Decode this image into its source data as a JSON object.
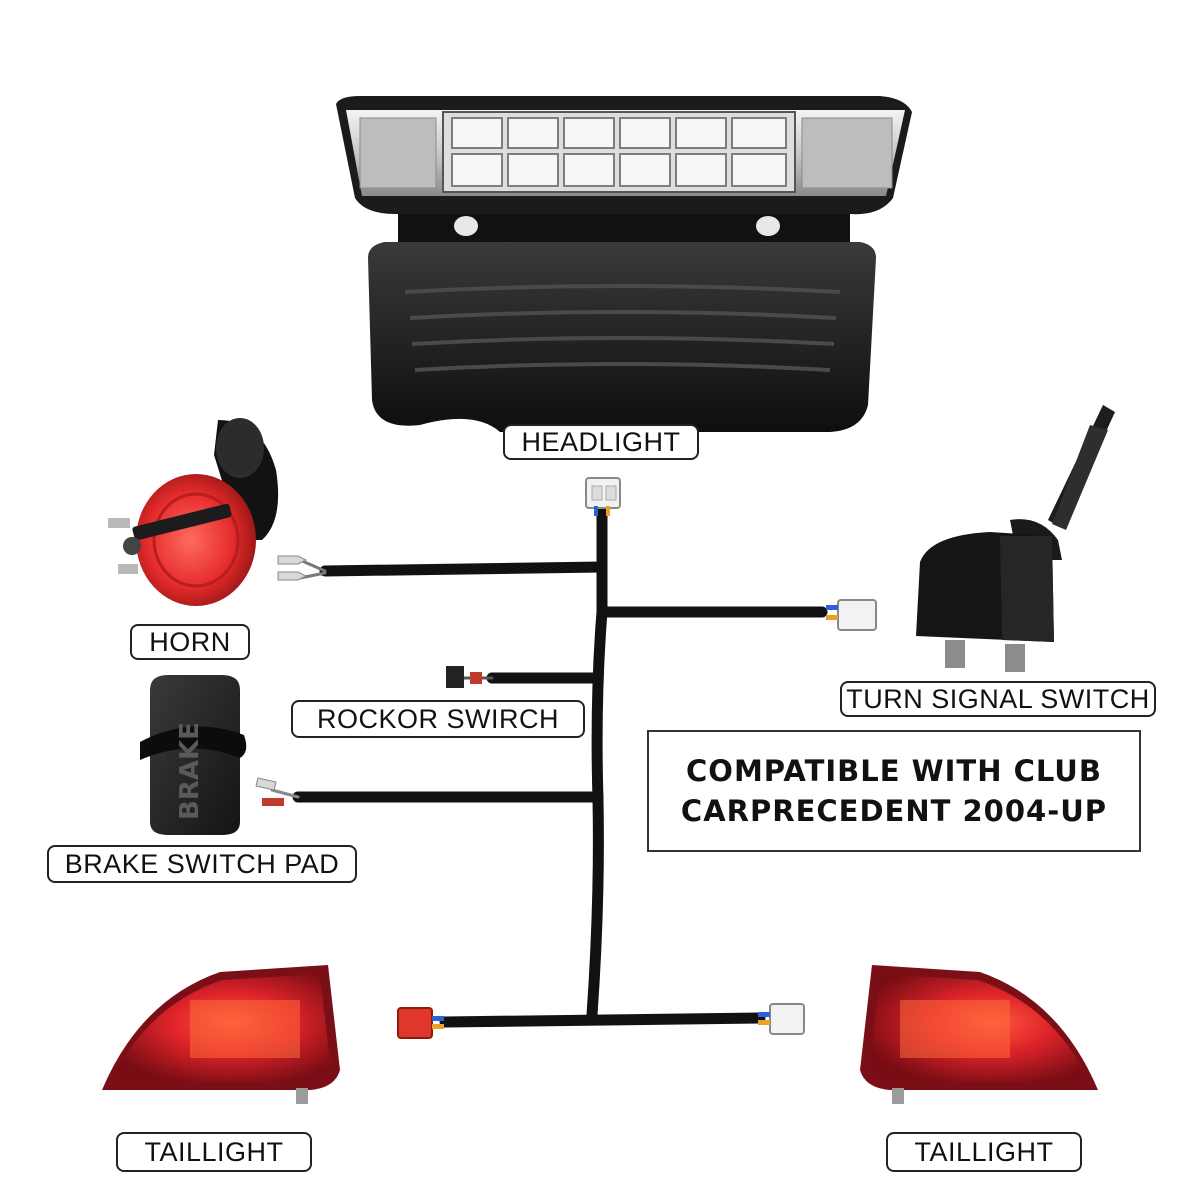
{
  "labels": {
    "headlight": "HEADLIGHT",
    "horn": "HORN",
    "turn_signal_switch": "TURN SIGNAL SWITCH",
    "rocker_switch": "ROCKOR SWIRCH",
    "brake_switch_pad": "BRAKE SWITCH PAD",
    "taillight_left": "TAILLIGHT",
    "taillight_right": "TAILLIGHT"
  },
  "compatibility": {
    "line1": "COMPATIBLE WITH CLUB",
    "line2": "CARPRECEDENT 2004-UP"
  },
  "product_marks": {
    "brake_pad_embossed": "BRAKE"
  },
  "colors": {
    "harness": "#111111",
    "taillight_red": "#c8202a",
    "horn_red": "#e52b2b",
    "body_black": "#1a1a1a",
    "connector_white": "#f2f2f2",
    "connector_red": "#e0362b"
  }
}
